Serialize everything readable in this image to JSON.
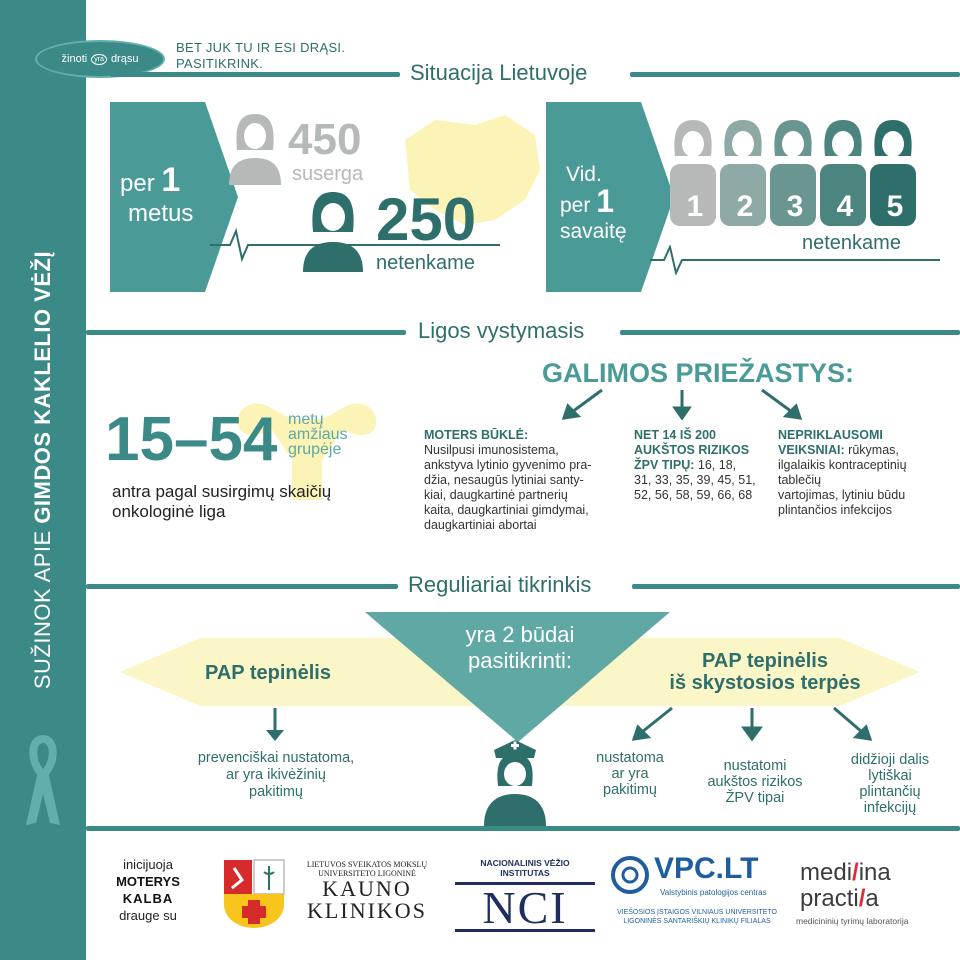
{
  "sidebar": {
    "title_prefix": "SUŽINOK APIE ",
    "title_bold": "GIMDOS KAKLELIO VĖŽĮ"
  },
  "header": {
    "logo_left": "žinoti",
    "logo_mid": "yra",
    "logo_right": "drąsu",
    "tagline_1": "BET JUK TU IR ESI DRĄSI.",
    "tagline_2": "PASITIKRINK."
  },
  "situation": {
    "title": "Situacija Lietuvoje",
    "left_label_per": "per",
    "left_label_num": "1",
    "left_label_metus": "metus",
    "stat1_value": "450",
    "stat1_label": "suserga",
    "stat2_value": "250",
    "stat2_label": "netenkame",
    "right_label_vid": "Vid.",
    "right_label_per": "per",
    "right_label_num": "1",
    "right_label_savaite": "savaitę",
    "women_numbers": [
      "1",
      "2",
      "3",
      "4",
      "5"
    ],
    "right_caption": "netenkame"
  },
  "development": {
    "title": "Ligos vystymasis",
    "age_range": "15–54",
    "age_word1": "metų",
    "age_word2": "amžiaus",
    "age_word3": "grupėje",
    "age_desc_1": "antra pagal susirgimų skaičių",
    "age_desc_2": "onkologinė liga",
    "causes_title": "GALIMOS PRIEŽASTYS:",
    "cause1_title": "MOTERS BŪKLĖ:",
    "cause1_lines": [
      "Nusilpusi imunosistema,",
      "ankstyva lytinio gyvenimo pra-",
      "džia, nesaugūs lytiniai santy-",
      "kiai, daugkartinė partnerių",
      "kaita, daugkartiniai gimdymai,",
      "daugkartiniai abortai"
    ],
    "cause2_title_1": "NET 14 IŠ 200",
    "cause2_title_2": "AUKŠTOS RIZIKOS",
    "cause2_title_3": "ŽPV TIPŲ:",
    "cause2_lines": [
      " 16, 18,",
      "31, 33, 35, 39, 45, 51,",
      "52, 56, 58, 59, 66, 68"
    ],
    "cause3_title_1": "NEPRIKLAUSOMI",
    "cause3_title_2": "VEIKSNIAI:",
    "cause3_lines": [
      " rūkymas,",
      "ilgalaikis kontraceptinių",
      "tablečių",
      "vartojimas, lytiniu būdu",
      "plintančios infekcijos"
    ]
  },
  "screening": {
    "title": "Reguliariai tikrinkis",
    "center_1": "yra 2 būdai",
    "center_2": "pasitikrinti:",
    "left_title": "PAP tepinėlis",
    "right_title_1": "PAP tepinėlis",
    "right_title_2": "iš skystosios terpės",
    "left_desc": [
      "prevenciškai nustatoma,",
      "ar yra ikivėžinių",
      "pakitimų"
    ],
    "right_desc1": [
      "nustatoma",
      "ar yra",
      "pakitimų"
    ],
    "right_desc2": [
      "nustatomi",
      "aukštos rizikos",
      "ŽPV tipai"
    ],
    "right_desc3": [
      "didžioji dalis",
      "lytiškai",
      "plintančių",
      "infekcijų"
    ]
  },
  "footer": {
    "init_1": "inicijuoja",
    "init_brand_1": "MOTERYS",
    "init_brand_2": "KALBA",
    "init_2": "drauge su",
    "kk_top_1": "LIETUVOS SVEIKATOS MOKSLŲ",
    "kk_top_2": "UNIVERSITETO LIGONINĖ",
    "kk_main_1": "KAUNO",
    "kk_main_2": "KLINIKOS",
    "nci_top": "NACIONALINIS VĖŽIO INSTITUTAS",
    "nci_logo": "NCI",
    "vpc_logo": "VPC.LT",
    "vpc_sub": "Valstybinis patologijos centras",
    "vpc_bottom_1": "VIEŠOSIOS ĮSTAIGOS VILNIAUS UNIVERSITETO",
    "vpc_bottom_2": "LIGONINĖS SANTARIŠKIŲ KLINIKŲ FILIALAS",
    "mp_1a": "medi",
    "mp_1b": "ina",
    "mp_2a": "practi",
    "mp_2b": "a",
    "mp_sub": "medicininių tyrimų laboratorija"
  },
  "colors": {
    "teal": "#3b8a88",
    "dark_teal": "#2f6f6b",
    "yellow": "#fbf6c8",
    "grey": "#b5bab8"
  }
}
